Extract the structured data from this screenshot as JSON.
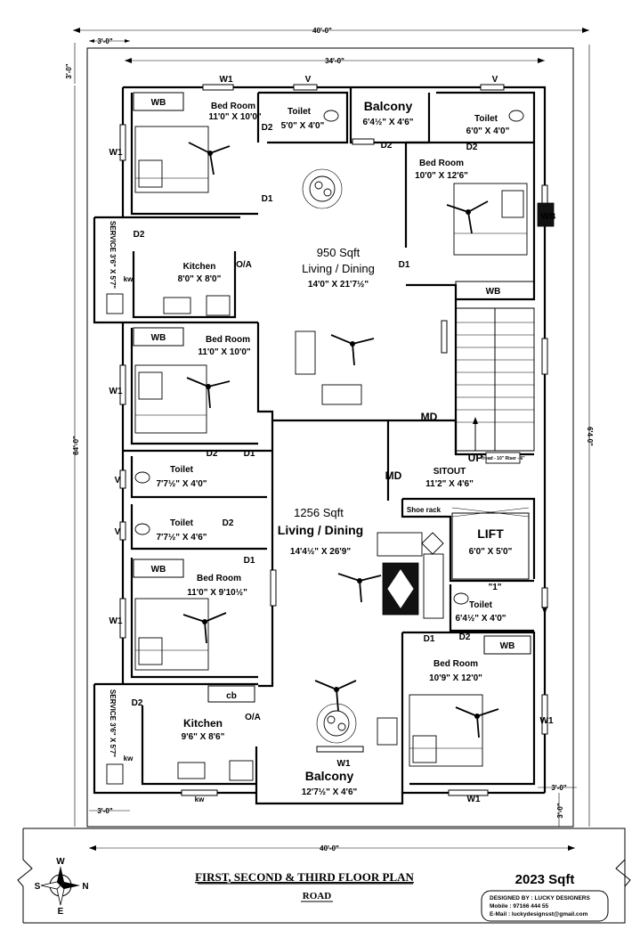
{
  "dimensions": {
    "overall_width": "40'-0\"",
    "inner_width": "34'-0\"",
    "overall_length_left": "64'-0\"",
    "overall_length_right": "6'4-0\"",
    "setback_top_left": "3'-0\"",
    "setback_top_side": "3'-0\"",
    "setback_bottom_left": "3'-0\"",
    "setback_bottom_right": "3'-0\"",
    "setback_bottom_vertical": "3'-0\"",
    "road_width": "40'-0\""
  },
  "rooms": {
    "bed1": {
      "name": "Bed Room",
      "size": "11'0\" X 10'0\""
    },
    "toilet1": {
      "name": "Toilet",
      "size": "5'0\" X 4'0\""
    },
    "balcony1": {
      "name": "Balcony",
      "size": "6'4½\" X 4'6\""
    },
    "toilet2": {
      "name": "Toilet",
      "size": "6'0\" X 4'0\""
    },
    "bed2": {
      "name": "Bed Room",
      "size": "10'0\" X 12'6\""
    },
    "kitchen1": {
      "name": "Kitchen",
      "size": "8'0\" X 8'0\""
    },
    "service1": "SERVICE 3'6\" X 5'7\"",
    "living1": {
      "area": "950  Sqft",
      "name": "Living / Dining",
      "size": "14'0\" X 21'7½\""
    },
    "bed3": {
      "name": "Bed Room",
      "size": "11'0\" X 10'0\""
    },
    "toilet3": {
      "name": "Toilet",
      "size": "7'7½\" X 4'0\""
    },
    "toilet4": {
      "name": "Toilet",
      "size": "7'7½\" X 4'6\""
    },
    "sitout": {
      "name": "SITOUT",
      "size": "11'2\" X 4'6\""
    },
    "shoe_rack": "Shoe rack",
    "lift": {
      "name": "LIFT",
      "size": "6'0\" X 5'0\""
    },
    "living2": {
      "area": "1256  Sqft",
      "name": "Living / Dining",
      "size": "14'4½\" X 26'9\""
    },
    "bed4": {
      "name": "Bed Room",
      "size": "11'0\" X 9'10½\""
    },
    "toilet5": {
      "name": "Toilet",
      "size": "6'4½\" X 4'0\""
    },
    "bed5": {
      "name": "Bed Room",
      "size": "10'9\" X 12'0\""
    },
    "kitchen2": {
      "name": "Kitchen",
      "size": "9'6\" X 8'6\""
    },
    "service2": "SERVICE 3'6\" X 5'7\"",
    "balcony2": {
      "name": "Balcony",
      "size": "12'7½\" X 4'6\""
    }
  },
  "labels": {
    "W1": "W1",
    "V": "V",
    "WB": "WB",
    "D1": "D1",
    "D2": "D2",
    "MD": "MD",
    "KW": "kw",
    "OA": "O/A",
    "CB": "cb",
    "UP": "UP",
    "V1": "\"1\"",
    "WB_side": "WB",
    "stair_note": "Tread - 10\" Riser - 6\""
  },
  "footer": {
    "plan_title": "FIRST, SECOND & THIRD FLOOR PLAN",
    "road": "ROAD",
    "total_area": "2023 Sqft",
    "designer": "DESIGNED BY : LUCKY DESIGNERS",
    "mobile": "Mobile       : 97166 444 55",
    "email": "E-Mail : luckydesignsst@gmail.com"
  },
  "compass": {
    "N": "N",
    "S": "S",
    "E": "E",
    "W": "W"
  }
}
